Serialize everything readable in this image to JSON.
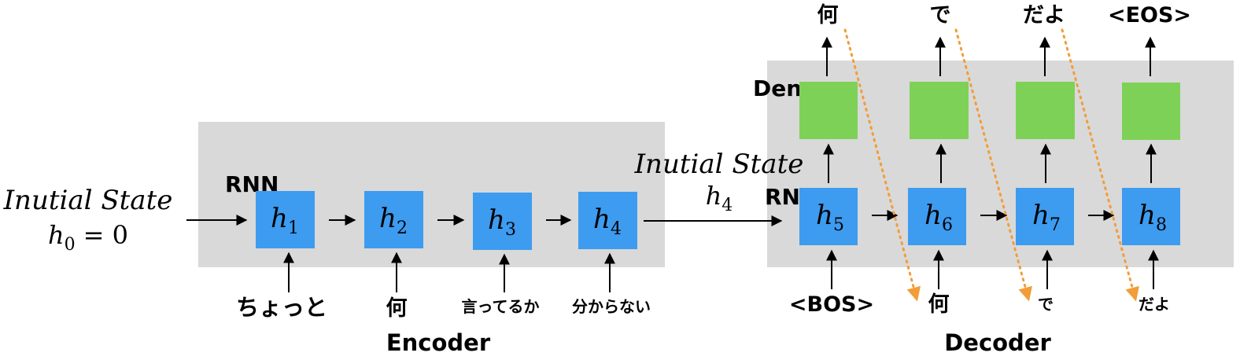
{
  "colors": {
    "panel": "#d9d9d9",
    "rnn_cell": "#3d9bf0",
    "dense_cell": "#7ed157",
    "arrow": "#000000",
    "feedback": "#f29d38"
  },
  "encoder": {
    "label": "Encoder",
    "rnn_label": "RNN",
    "initial_state": {
      "title": "Inutial State",
      "h": "h",
      "sub": "0",
      "rest": "= 0"
    },
    "cells": [
      {
        "h": "h",
        "sub": "1",
        "input": "ちょっと"
      },
      {
        "h": "h",
        "sub": "2",
        "input": "何"
      },
      {
        "h": "h",
        "sub": "3",
        "input": "言ってるか"
      },
      {
        "h": "h",
        "sub": "4",
        "input": "分からない"
      }
    ]
  },
  "bridge": {
    "title": "Inutial State",
    "h": "h",
    "sub": "4"
  },
  "decoder": {
    "label": "Decoder",
    "rnn_label": "RNN",
    "dense_label": "Dense",
    "cells": [
      {
        "h": "h",
        "sub": "5",
        "input": "<BOS>",
        "output": "何"
      },
      {
        "h": "h",
        "sub": "6",
        "input": "何",
        "output": "で"
      },
      {
        "h": "h",
        "sub": "7",
        "input": "で",
        "output": "だよ"
      },
      {
        "h": "h",
        "sub": "8",
        "input": "だよ",
        "output": "<EOS>"
      }
    ]
  }
}
